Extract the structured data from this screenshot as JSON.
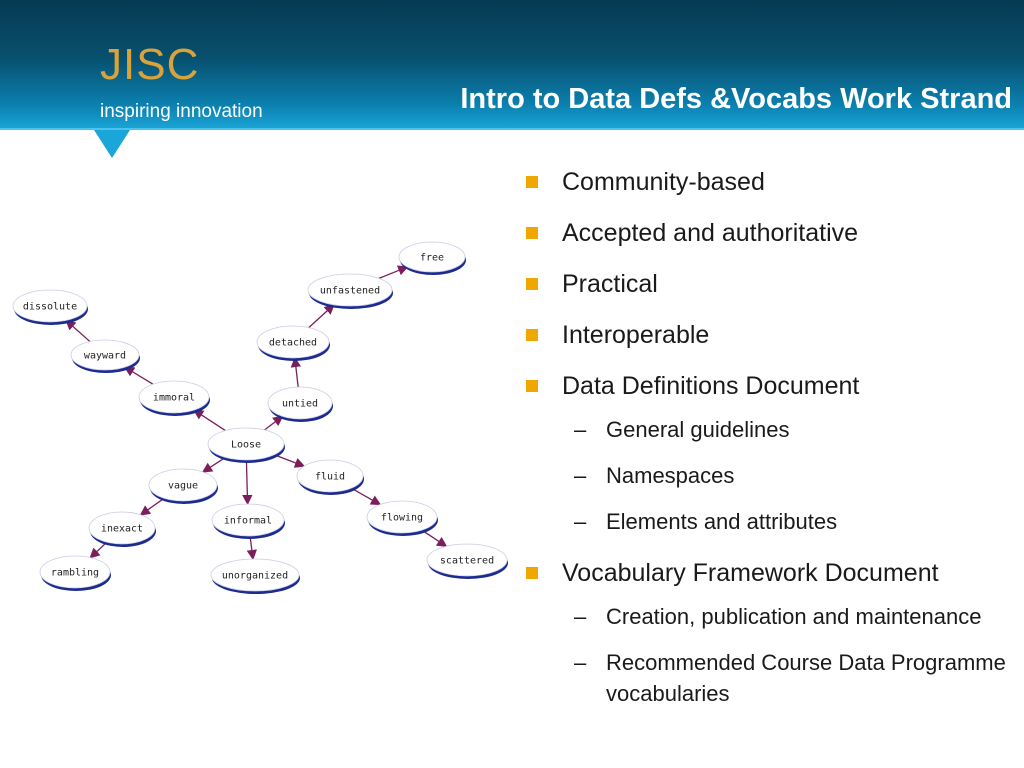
{
  "header": {
    "logo": "JISC",
    "tagline": "inspiring innovation",
    "title": "Intro to Data Defs &Vocabs Work Strand"
  },
  "bullets": [
    {
      "label": "Community-based"
    },
    {
      "label": "Accepted and authoritative"
    },
    {
      "label": "Practical"
    },
    {
      "label": "Interoperable"
    },
    {
      "label": "Data Definitions Document",
      "subitems": [
        "General guidelines",
        "Namespaces",
        "Elements and attributes"
      ]
    },
    {
      "label": "Vocabulary Framework Document",
      "subitems": [
        "Creation, publication and maintenance",
        "Recommended Course Data Programme vocabularies"
      ]
    }
  ],
  "diagram": {
    "nodes": [
      "free",
      "unfastened",
      "dissolute",
      "detached",
      "wayward",
      "immoral",
      "untied",
      "Loose",
      "fluid",
      "vague",
      "informal",
      "flowing",
      "inexact",
      "scattered",
      "rambling",
      "unorganized"
    ],
    "edge_color": "#7a1f5c",
    "node_shadow_color": "#1c2b8f"
  }
}
